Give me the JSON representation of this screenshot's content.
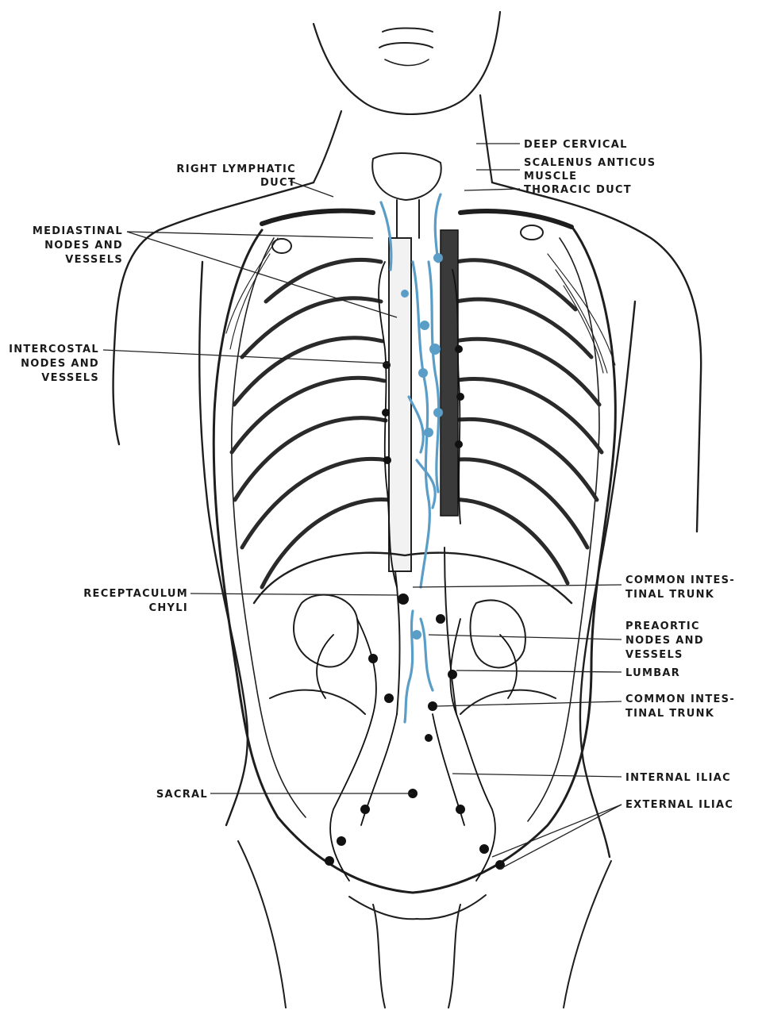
{
  "labels": {
    "deep_cervical": "DEEP CERVICAL",
    "scalenus_1": "SCALENUS ANTICUS",
    "scalenus_2": "MUSCLE",
    "thoracic_duct": "THORACIC DUCT",
    "right_lymphatic_1": "RIGHT LYMPHATIC",
    "right_lymphatic_2": "DUCT",
    "mediastinal_1": "MEDIASTINAL",
    "mediastinal_2": "NODES AND",
    "mediastinal_3": "VESSELS",
    "intercostal_1": "INTERCOSTAL",
    "intercostal_2": "NODES AND",
    "intercostal_3": "VESSELS",
    "receptaculum_1": "RECEPTACULUM",
    "receptaculum_2": "CHYLI",
    "common_intestinal_a1": "COMMON INTES-",
    "common_intestinal_a2": "TINAL TRUNK",
    "preaortic_1": "PREAORTIC",
    "preaortic_2": "NODES AND",
    "preaortic_3": "VESSELS",
    "lumbar": "LUMBAR",
    "common_intestinal_b1": "COMMON INTES-",
    "common_intestinal_b2": "TINAL TRUNK",
    "internal_iliac": "INTERNAL ILIAC",
    "sacral": "SACRAL",
    "external_iliac": "EXTERNAL ILIAC"
  },
  "colors": {
    "ink": "#1e1e1e",
    "lymph_blue": "#5a9ec8",
    "paper": "#ffffff"
  }
}
